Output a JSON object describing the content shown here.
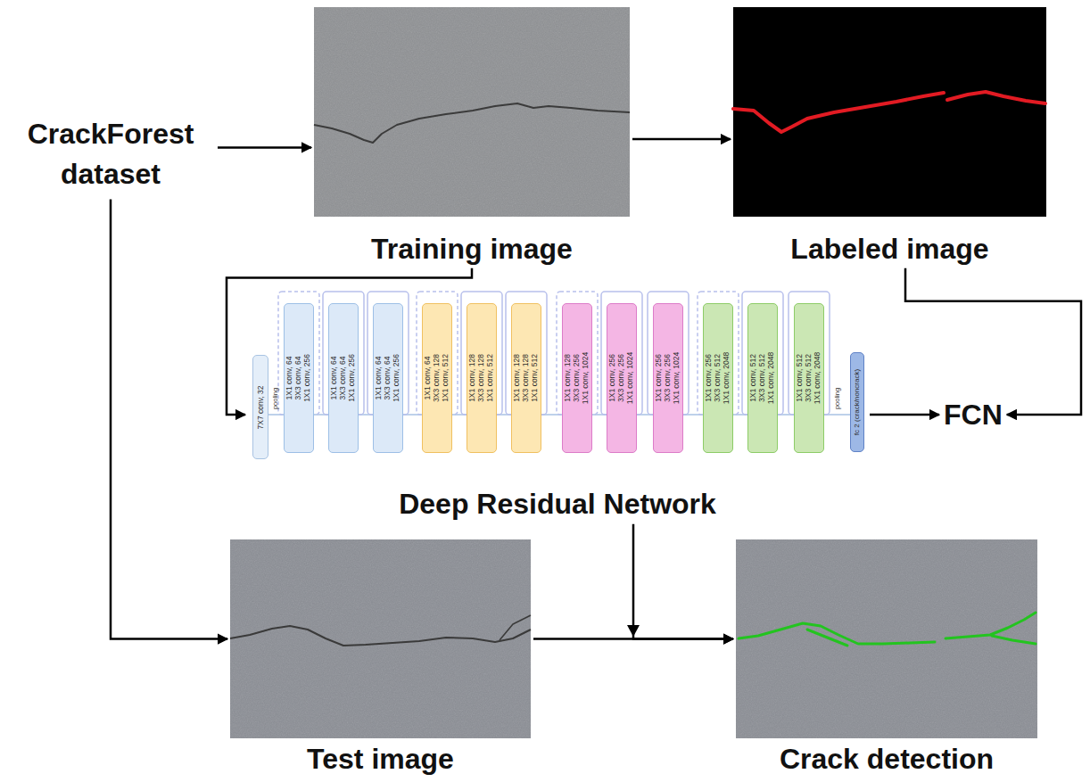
{
  "diagram": {
    "nodes": [
      {
        "text": [
          "CrackForest dataset"
        ]
      },
      {
        "text": [
          "Training image"
        ]
      },
      {
        "text": [
          "Labeled image"
        ]
      },
      {
        "text": [
          "Deep Residual Network"
        ]
      },
      {
        "text": [
          "7X7 conv, 32"
        ],
        "in": 3
      },
      {
        "text": [
          "1X1 conv, 64",
          "3X3 conv, 64",
          "1X1 conv, 256"
        ],
        "in": 3
      },
      {
        "text": [
          "1X1 conv, 64",
          "3X3 conv, 64",
          "1X1 conv, 256"
        ],
        "in": 3
      },
      {
        "text": [
          "1X1 conv, 64",
          "3X3 conv, 64",
          "1X1 conv, 256"
        ],
        "in": 3
      },
      {
        "text": [
          "1X1 conv, 64",
          "3X3 conv, 128",
          "1X1 conv, 512"
        ],
        "in": 3
      },
      {
        "text": [
          "1X1 conv, 128",
          "3X3 conv, 128",
          "1X1 conv, 512"
        ],
        "in": 3
      },
      {
        "text": [
          "1X1 conv, 128",
          "3X3 conv, 128",
          "1X1 conv, 512"
        ],
        "in": 3
      },
      {
        "text": [
          "1X1 conv, 128",
          "3X3 conv, 256",
          "1X1 conv, 1024"
        ],
        "in": 3
      },
      {
        "text": [
          "1X1 conv, 256",
          "3X3 conv, 256",
          "1X1 conv, 1024"
        ],
        "in": 3
      },
      {
        "text": [
          "1X1 conv, 256",
          "3X3 conv, 256",
          "1X1 conv, 1024"
        ],
        "in": 3
      },
      {
        "text": [
          "1X1 conv, 256",
          "3X3 conv, 512",
          "1X1 conv, 2048"
        ],
        "in": 3
      },
      {
        "text": [
          "1X1 conv, 512",
          "3X3 conv, 512",
          "1X1 conv, 2048"
        ],
        "in": 3
      },
      {
        "text": [
          "1X1 conv, 512",
          "3X3 conv, 512",
          "1X1 conv, 2048"
        ],
        "in": 3
      },
      {
        "text": [
          "fc 2 (crack/noncrack)"
        ],
        "in": 3
      },
      {
        "text": [
          "FCN"
        ]
      },
      {
        "text": [
          "Test image"
        ]
      },
      {
        "text": [
          "Crack detection"
        ]
      }
    ],
    "edges": [
      {
        "from": 0,
        "to": 1,
        "arrow": "to"
      },
      {
        "from": 0,
        "to": 19,
        "arrow": "to"
      },
      {
        "from": 1,
        "to": 2,
        "arrow": "to"
      },
      {
        "from": 1,
        "to": 3,
        "arrow": "to"
      },
      {
        "from": 3,
        "to": 18,
        "arrow": "to"
      },
      {
        "from": 2,
        "to": 18,
        "arrow": "to"
      },
      {
        "from": 19,
        "to": 20,
        "arrow": "to"
      },
      {
        "from": 3,
        "to": 20,
        "arrow": "to"
      }
    ],
    "labels": [
      "pooling",
      "pooling"
    ]
  }
}
